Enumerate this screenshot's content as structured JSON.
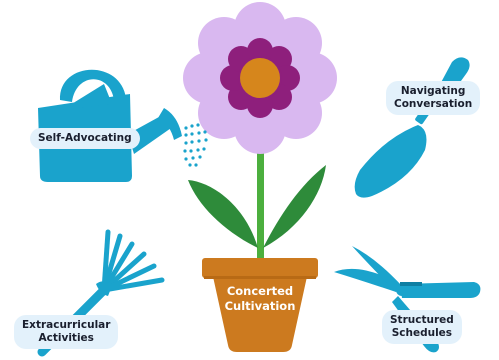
{
  "center": {
    "line1": "Concerted",
    "line2": "Cultivation"
  },
  "tools": {
    "watering_can": {
      "label": "Self-Advocating"
    },
    "trowel": {
      "line1": "Navigating",
      "line2": "Conversation"
    },
    "rake": {
      "line1": "Extracurricular",
      "line2": "Activities"
    },
    "shears": {
      "line1": "Structured",
      "line2": "Schedules"
    }
  },
  "colors": {
    "tool_blue": "#1aa3cc",
    "pot_orange": "#cc7a1f",
    "petal_lilac": "#d9b8f0",
    "flower_ring_purple": "#8e1f7c",
    "flower_center": "#d6861c",
    "leaf_green": "#2e8b3a",
    "label_bg": "#e3f1fb"
  }
}
